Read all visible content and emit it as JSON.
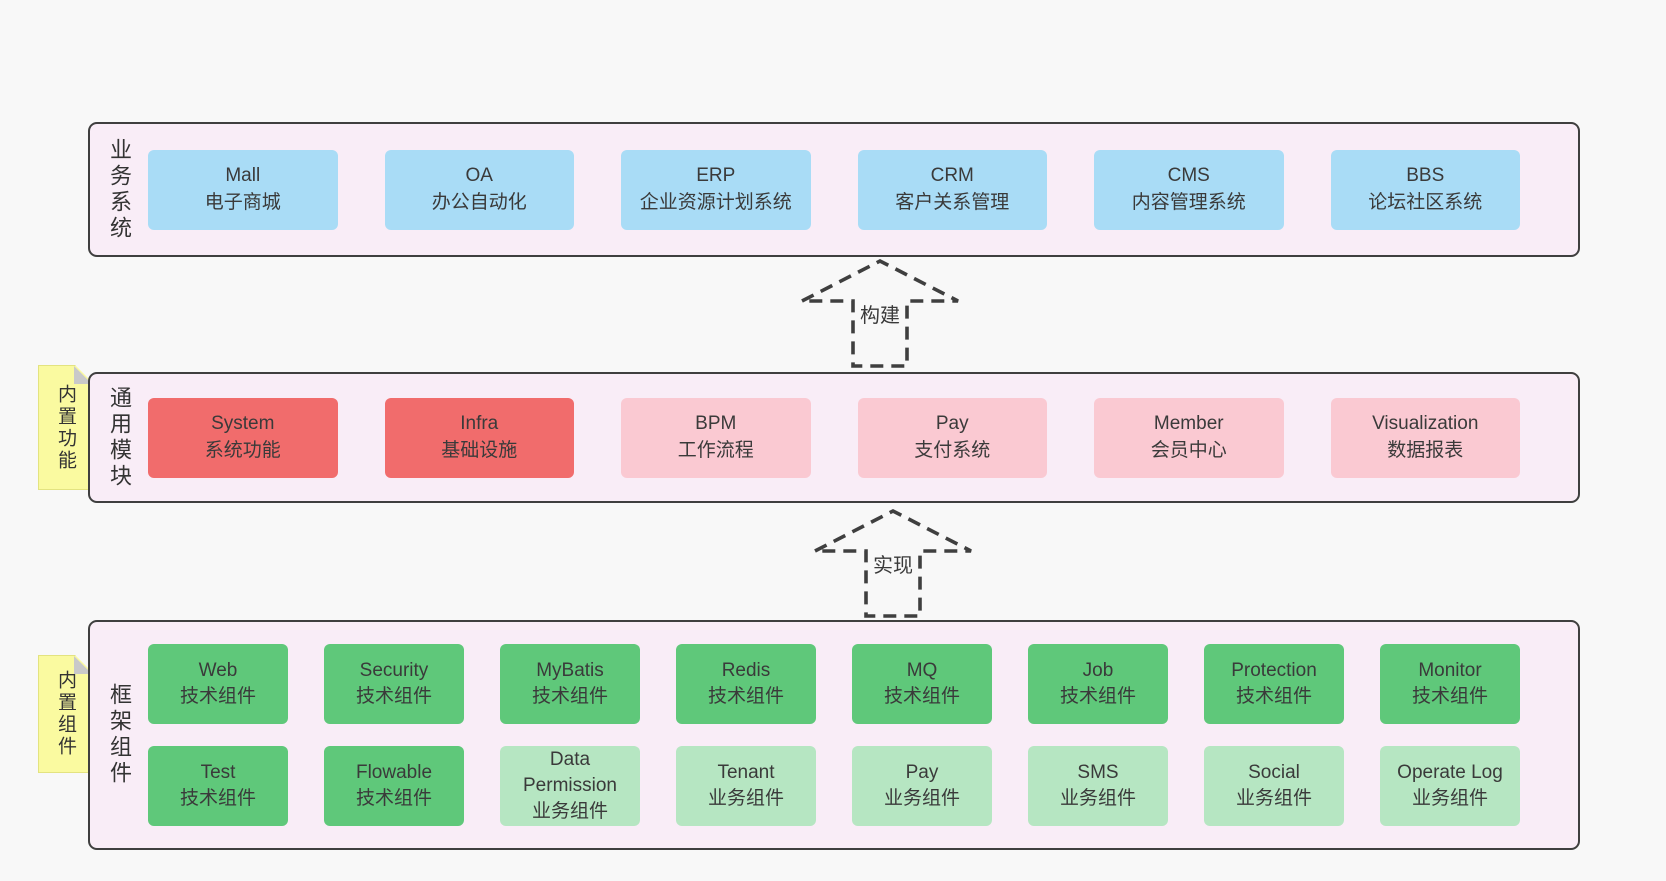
{
  "colors": {
    "page_bg": "#f8f8f8",
    "section_bg": "#f9edf7",
    "section_border": "#3f3f3f",
    "blue_box": "#a9dcf6",
    "red_box": "#f16c6c",
    "pink_box": "#fac9d2",
    "green_box": "#5fc87a",
    "light_green_box": "#b6e6c2",
    "sticky_yellow": "#fafaa0",
    "text": "#3a3a3a"
  },
  "arrows": [
    {
      "label": "构建"
    },
    {
      "label": "实现"
    }
  ],
  "sections": [
    {
      "label": "业务系统",
      "boxes": [
        {
          "title": "Mall",
          "subtitle": "电子商城"
        },
        {
          "title": "OA",
          "subtitle": "办公自动化"
        },
        {
          "title": "ERP",
          "subtitle": "企业资源计划系统"
        },
        {
          "title": "CRM",
          "subtitle": "客户关系管理"
        },
        {
          "title": "CMS",
          "subtitle": "内容管理系统"
        },
        {
          "title": "BBS",
          "subtitle": "论坛社区系统"
        }
      ]
    },
    {
      "label": "通用模块",
      "sticky": "内置功能",
      "boxes": [
        {
          "title": "System",
          "subtitle": "系统功能"
        },
        {
          "title": "Infra",
          "subtitle": "基础设施"
        },
        {
          "title": "BPM",
          "subtitle": "工作流程"
        },
        {
          "title": "Pay",
          "subtitle": "支付系统"
        },
        {
          "title": "Member",
          "subtitle": "会员中心"
        },
        {
          "title": "Visualization",
          "subtitle": "数据报表"
        }
      ]
    },
    {
      "label": "框架组件",
      "sticky": "内置组件",
      "rows": [
        {
          "boxes": [
            {
              "title": "Web",
              "subtitle": "技术组件"
            },
            {
              "title": "Security",
              "subtitle": "技术组件"
            },
            {
              "title": "MyBatis",
              "subtitle": "技术组件"
            },
            {
              "title": "Redis",
              "subtitle": "技术组件"
            },
            {
              "title": "MQ",
              "subtitle": "技术组件"
            },
            {
              "title": "Job",
              "subtitle": "技术组件"
            },
            {
              "title": "Protection",
              "subtitle": "技术组件"
            },
            {
              "title": "Monitor",
              "subtitle": "技术组件"
            }
          ]
        },
        {
          "boxes": [
            {
              "title": "Test",
              "subtitle": "技术组件"
            },
            {
              "title": "Flowable",
              "subtitle": "技术组件"
            },
            {
              "title": "Data Permission",
              "subtitle": "业务组件"
            },
            {
              "title": "Tenant",
              "subtitle": "业务组件"
            },
            {
              "title": "Pay",
              "subtitle": "业务组件"
            },
            {
              "title": "SMS",
              "subtitle": "业务组件"
            },
            {
              "title": "Social",
              "subtitle": "业务组件"
            },
            {
              "title": "Operate Log",
              "subtitle": "业务组件"
            }
          ]
        }
      ]
    }
  ]
}
